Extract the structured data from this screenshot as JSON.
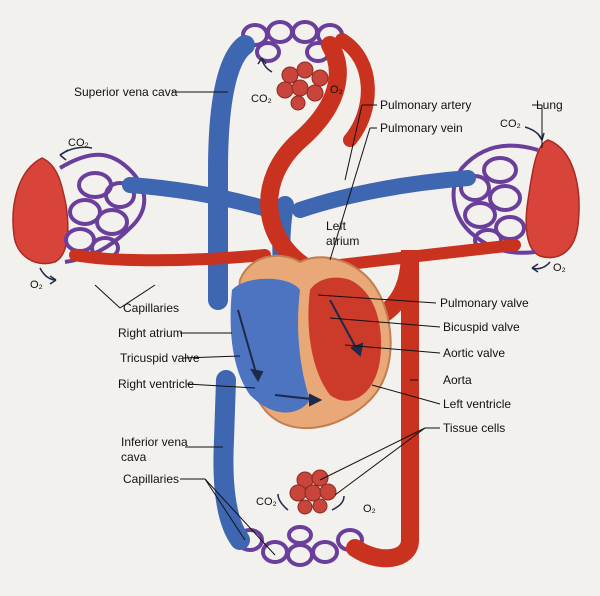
{
  "labels": {
    "superior_vena_cava": "Superior vena cava",
    "pulmonary_artery": "Pulmonary artery",
    "pulmonary_vein": "Pulmonary vein",
    "lung": "Lung",
    "left_atrium_1": "Left",
    "left_atrium_2": "atrium",
    "capillaries_upper": "Capillaries",
    "right_atrium": "Right atrium",
    "tricuspid_valve": "Tricuspid valve",
    "right_ventricle": "Right ventricle",
    "pulmonary_valve": "Pulmonary valve",
    "bicuspid_valve": "Bicuspid valve",
    "aortic_valve": "Aortic valve",
    "aorta": "Aorta",
    "left_ventricle": "Left ventricle",
    "tissue_cells": "Tissue cells",
    "inferior_vena_cava_1": "Inferior vena",
    "inferior_vena_cava_2": "cava",
    "capillaries_lower": "Capillaries"
  },
  "gases": {
    "co2": "CO₂",
    "o2": "O₂"
  },
  "colors": {
    "oxygenated": "#c8321f",
    "deoxygenated": "#3f66b0",
    "capillary_mix": "#6a3f9c",
    "heart_tissue": "#e8a877",
    "lung_tissue": "#d9443a",
    "background": "#f3f1ee"
  }
}
